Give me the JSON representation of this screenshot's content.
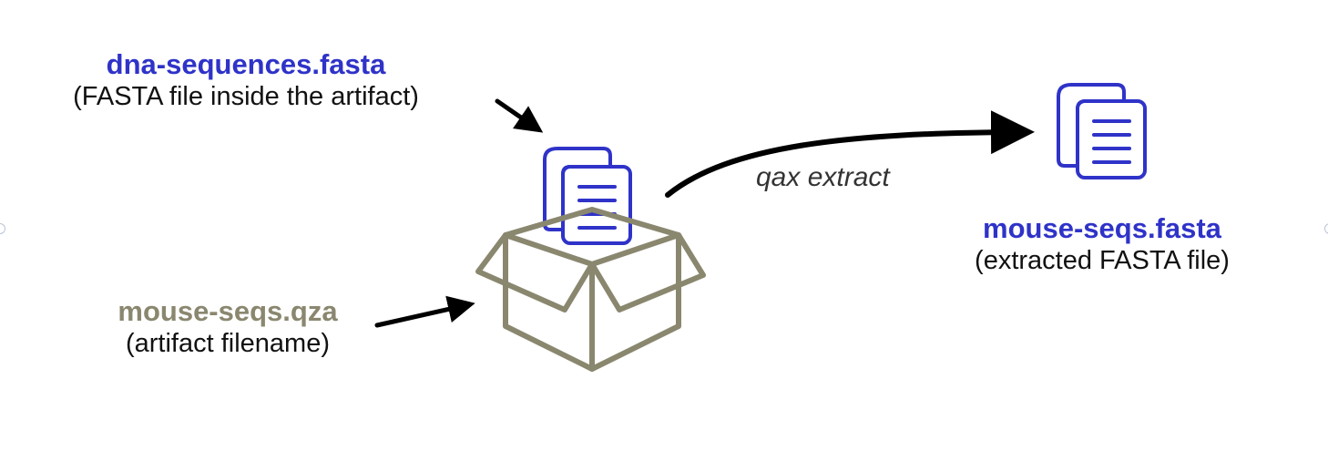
{
  "colors": {
    "file_blue": "#2f33c8",
    "box_olive": "#8a876f",
    "arrow_black": "#000000",
    "sub_text": "#111111",
    "command_text": "#333333"
  },
  "inner_file": {
    "name": "dna-sequences.fasta",
    "description": "(FASTA file inside the artifact)",
    "icon": "documents-icon"
  },
  "artifact": {
    "name": "mouse-seqs.qza",
    "description": "(artifact filename)",
    "icon": "open-box-icon"
  },
  "extracted_file": {
    "name": "mouse-seqs.fasta",
    "description": "(extracted FASTA file)",
    "icon": "documents-icon"
  },
  "command": {
    "label": "qax extract"
  }
}
